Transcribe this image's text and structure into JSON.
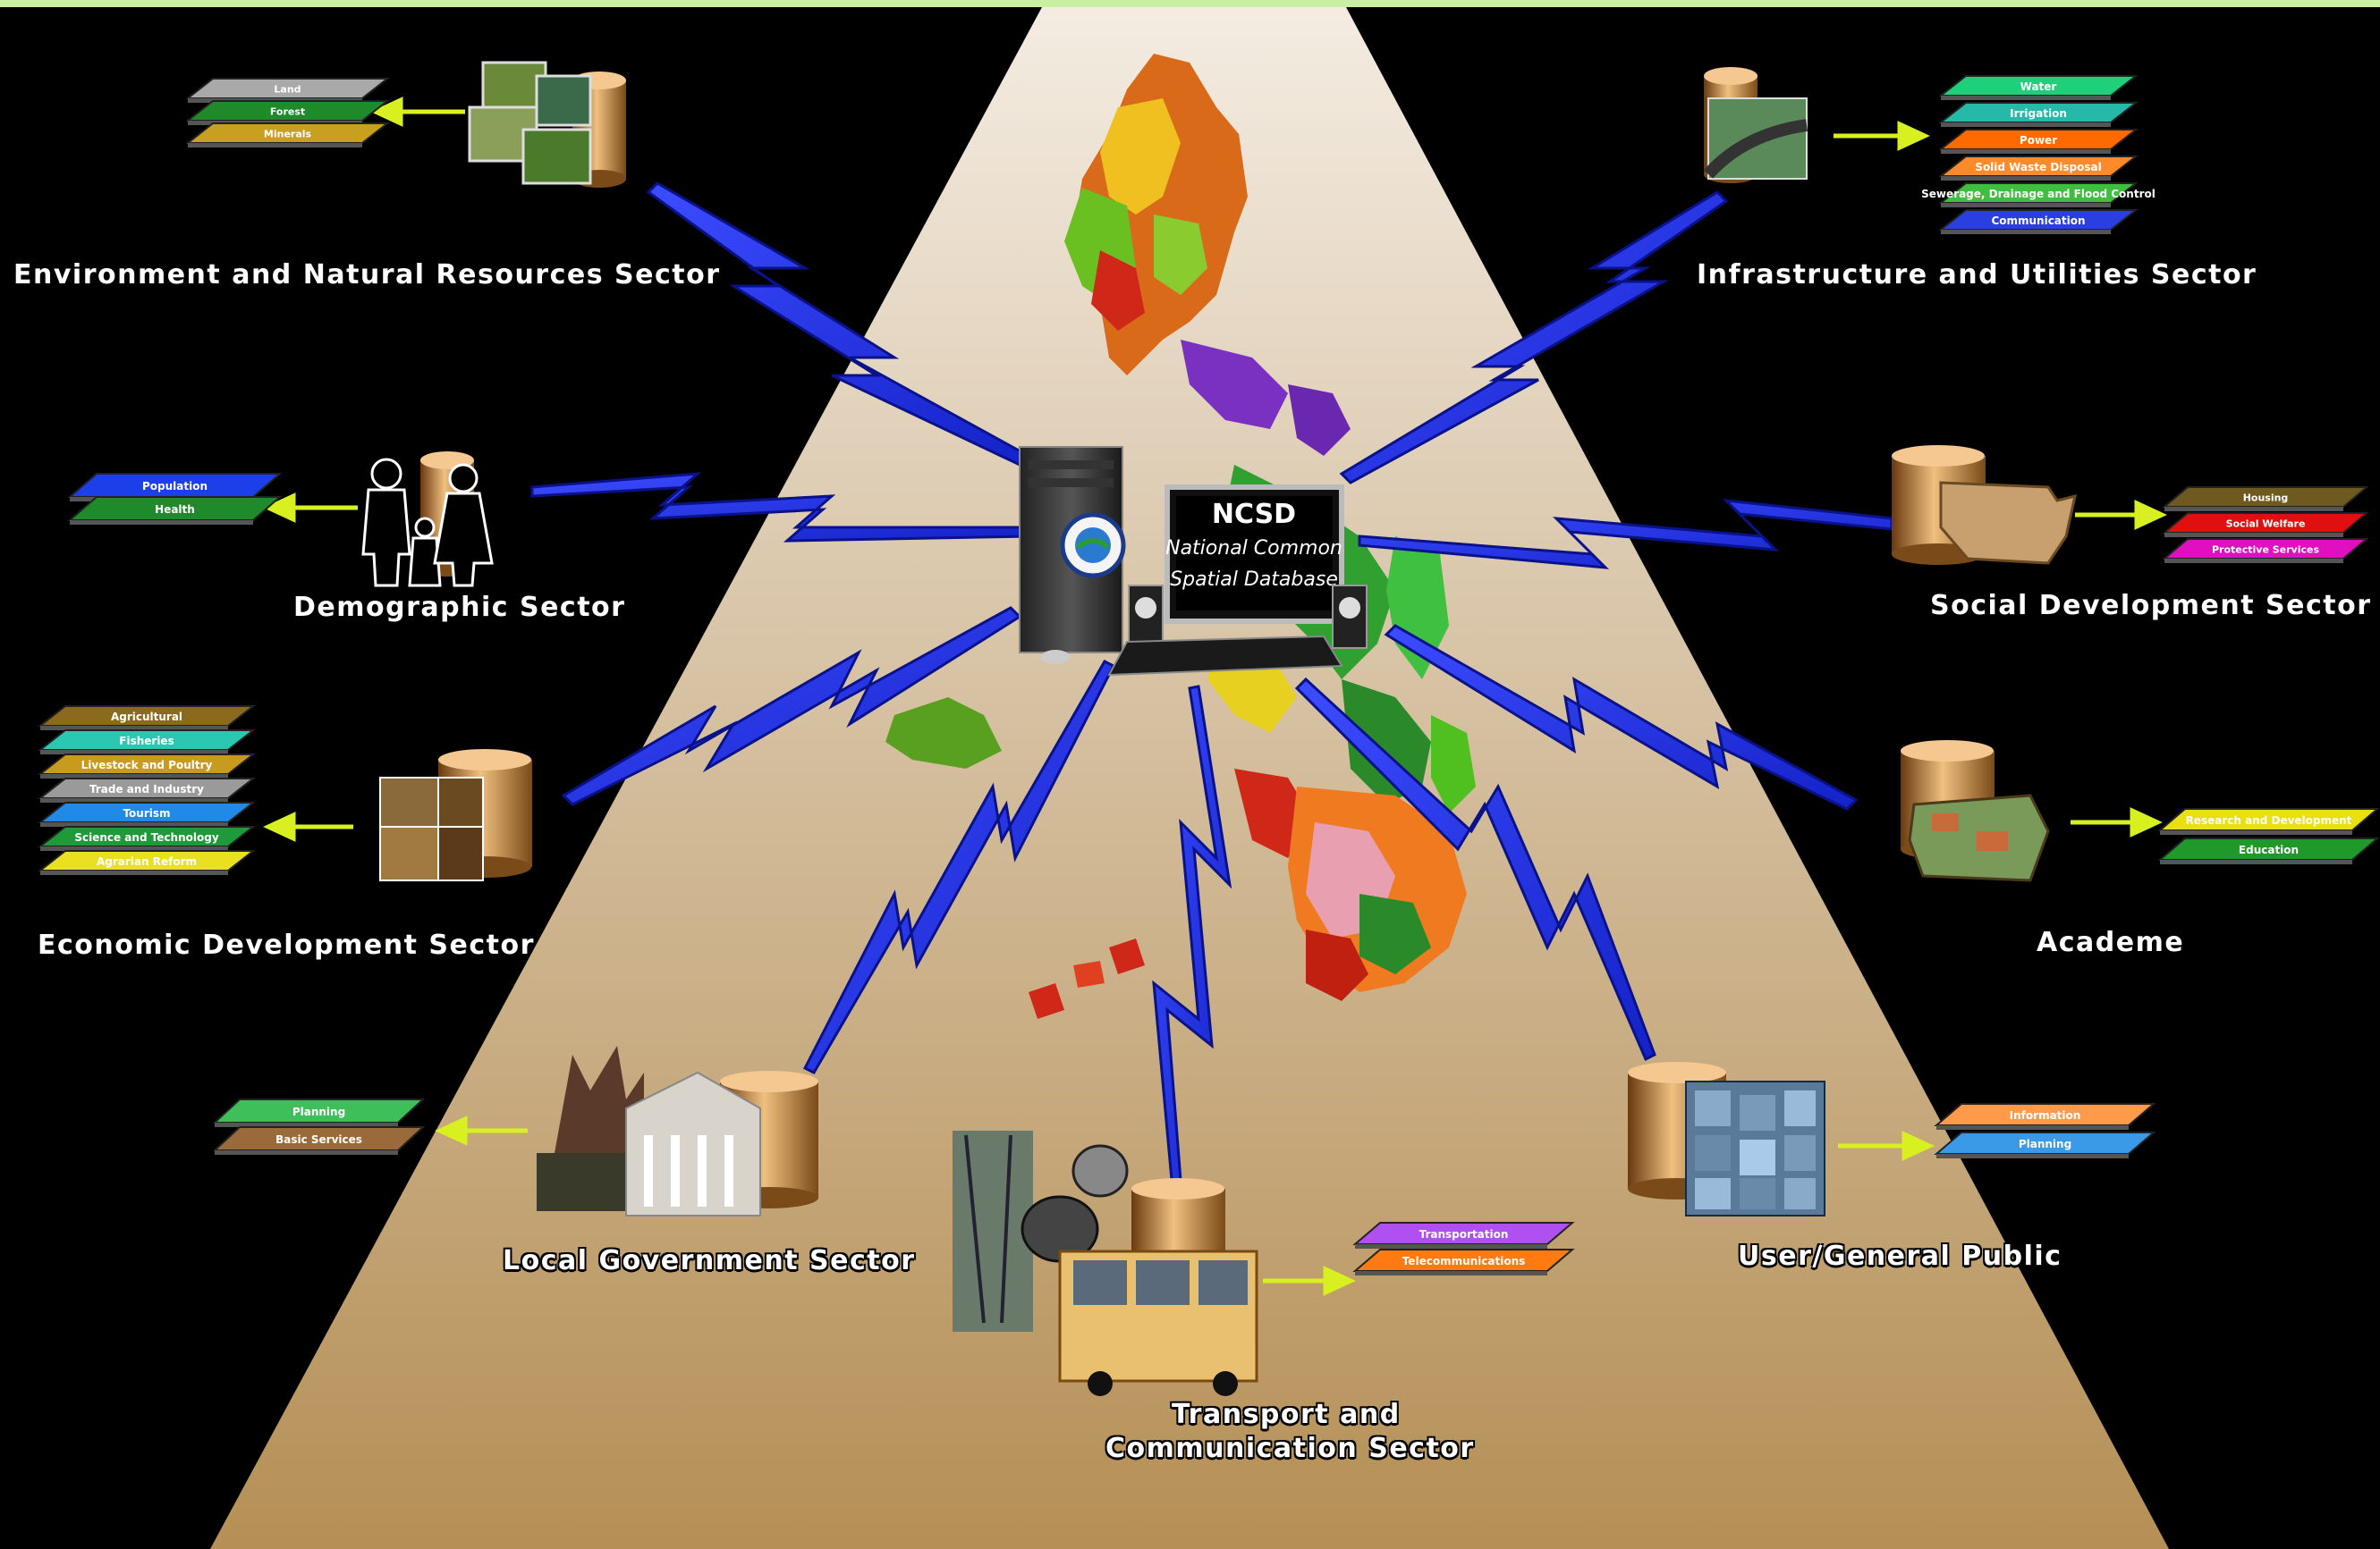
{
  "center": {
    "title": "NCSD",
    "subtitle_line1": "National Common",
    "subtitle_line2": "Spatial Database"
  },
  "sectors": [
    {
      "id": "environment",
      "label": "Environment and Natural  Resources Sector",
      "layers": [
        "Land",
        "Forest",
        "Minerals"
      ],
      "layer_colors": [
        "#a9a9a9",
        "#1f8a2a",
        "#c8a020"
      ]
    },
    {
      "id": "infrastructure",
      "label": "Infrastructure and  Utilities Sector",
      "layers": [
        "Water",
        "Irrigation",
        "Power",
        "Solid Waste Disposal",
        "Sewerage, Drainage and Flood Control",
        "Communication"
      ],
      "layer_colors": [
        "#1fcf7a",
        "#26b8a8",
        "#ff6a00",
        "#ff8a2a",
        "#3fbf3f",
        "#2a3fe0"
      ]
    },
    {
      "id": "demographic",
      "label": "Demographic Sector",
      "layers": [
        "Population",
        "Health"
      ],
      "layer_colors": [
        "#1b3fe8",
        "#1f8a2a"
      ]
    },
    {
      "id": "social",
      "label": "Social Development Sector",
      "layers": [
        "Housing",
        "Social Welfare",
        "Protective Services"
      ],
      "layer_colors": [
        "#6e5a1e",
        "#e01010",
        "#e010c0"
      ]
    },
    {
      "id": "economic",
      "label": "Economic Development Sector",
      "layers": [
        "Agricultural",
        "Fisheries",
        "Livestock and Poultry",
        "Trade and Industry",
        "Tourism",
        "Science and Technology",
        "Agrarian Reform"
      ],
      "layer_colors": [
        "#8a6a1c",
        "#2ac8b0",
        "#c89a20",
        "#9a9a9a",
        "#1f8ae8",
        "#1f9a3a",
        "#e8e020"
      ]
    },
    {
      "id": "academe",
      "label": "Academe",
      "layers": [
        "Research and Development",
        "Education"
      ],
      "layer_colors": [
        "#e8e010",
        "#1f9a2a"
      ]
    },
    {
      "id": "local_government",
      "label": "Local Government Sector",
      "layers": [
        "Planning",
        "Basic Services"
      ],
      "layer_colors": [
        "#3fbf5a",
        "#9a6a3a"
      ]
    },
    {
      "id": "transport",
      "label_line1": "Transport and",
      "label_line2": "Communication Sector",
      "layers": [
        "Transportation",
        "Telecommunications"
      ],
      "layer_colors": [
        "#b050f0",
        "#ff7a10"
      ]
    },
    {
      "id": "public",
      "label": "User/General Public",
      "layers": [
        "Information",
        "Planning"
      ],
      "layer_colors": [
        "#ff9a4a",
        "#3a9ae8"
      ]
    }
  ],
  "colors": {
    "background": "#000000",
    "top_border": "#c8f0a0",
    "lightning": "#2233ee",
    "arrow": "#d8f020",
    "road_top": "#f0e6d8",
    "road_bottom": "#b8945a"
  }
}
